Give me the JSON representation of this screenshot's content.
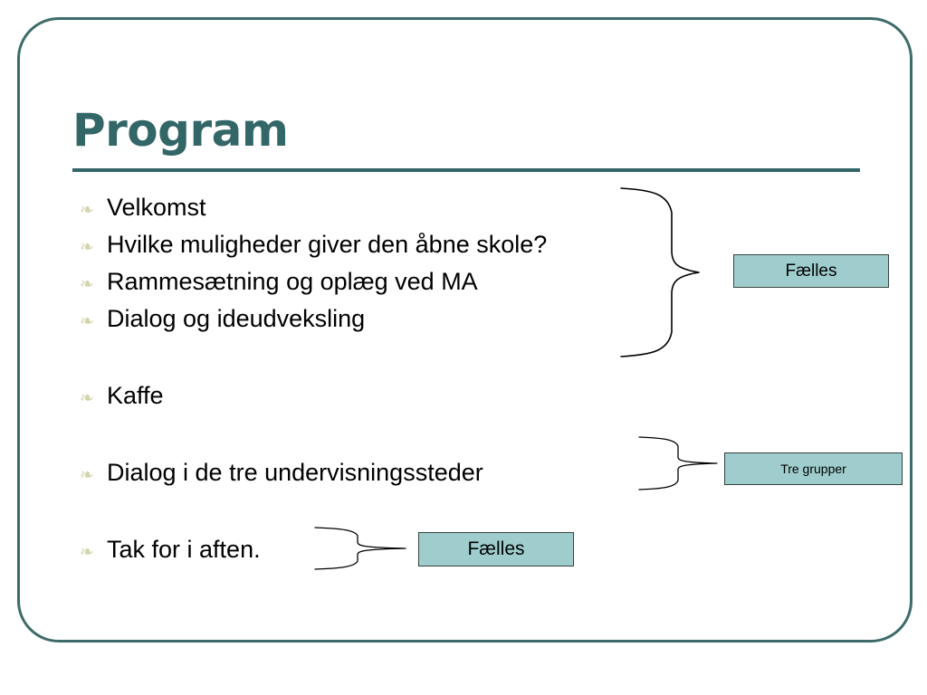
{
  "slide": {
    "title": "Program",
    "frame_color": "#3d6b6b",
    "title_color": "#336666",
    "box_fill_color": "#9fcdcd",
    "box_border_color": "#33443f",
    "bullet_glyph_color": "#d4d4ab",
    "bullet_glyph": "❧"
  },
  "bullets": [
    {
      "text": "Velkomst"
    },
    {
      "text": "Hvilke muligheder giver den åbne skole?"
    },
    {
      "text": "Rammesætning og oplæg ved MA"
    },
    {
      "text": "Dialog og ideudveksling"
    },
    {
      "text": "Kaffe"
    },
    {
      "text": "Dialog i de tre undervisningssteder"
    },
    {
      "text": "Tak for i aften."
    }
  ],
  "callouts": {
    "faelles_top": "Fælles",
    "tre_grupper": "Tre grupper",
    "faelles_bottom": "Fælles"
  }
}
